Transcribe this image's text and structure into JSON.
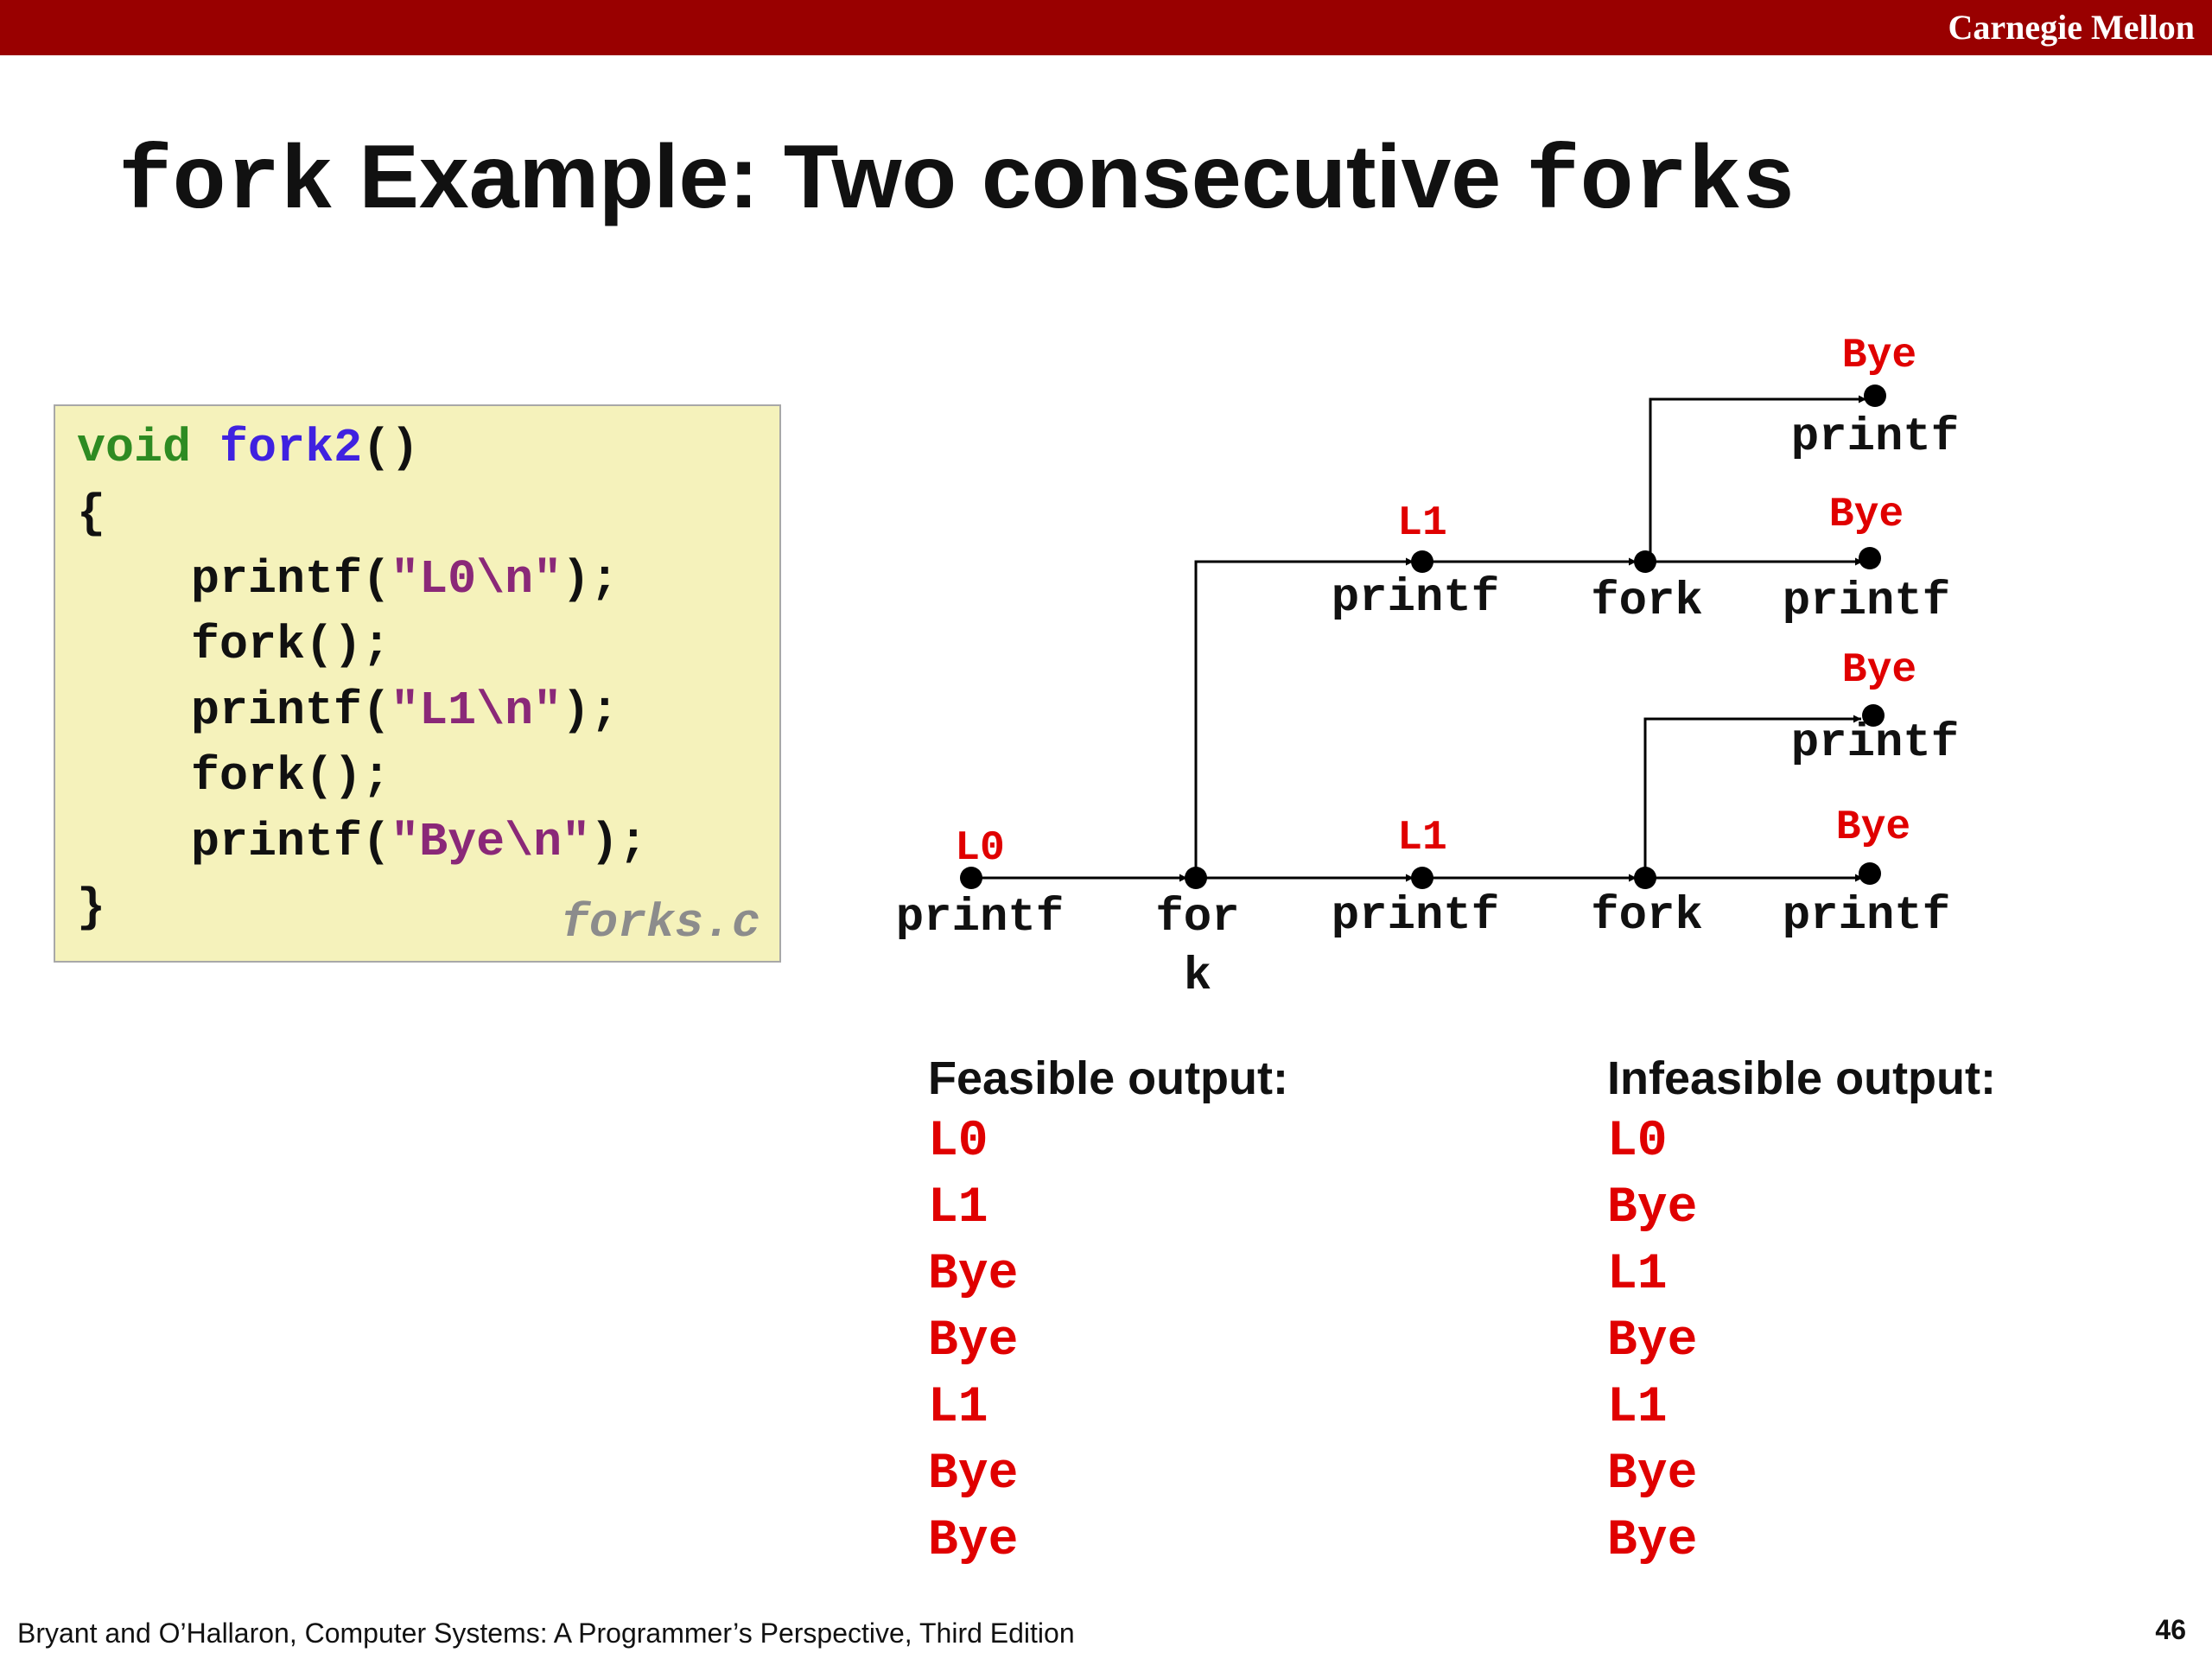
{
  "header": {
    "brand": "Carnegie Mellon"
  },
  "title": {
    "part1": "fork",
    "part2": " Example: Two consecutive ",
    "part3": "forks"
  },
  "code": {
    "line1_kw": "void",
    "line1_fn": "fork2",
    "line1_rest": "()",
    "line2": "{",
    "line3_a": "    printf(",
    "line3_str": "\"L0\\n\"",
    "line3_b": ");",
    "line4": "    fork();",
    "line5_a": "    printf(",
    "line5_str": "\"L1\\n\"",
    "line5_b": ");",
    "line6": "    fork();",
    "line7_a": "    printf(",
    "line7_str": "\"Bye\\n\"",
    "line7_b": ");",
    "line8": "}",
    "filename": "forks.c"
  },
  "graph": {
    "labels": {
      "l0_out": "L0",
      "l0_call": "printf",
      "fork1_a": "for",
      "fork1_b": "k",
      "l1_lower_out": "L1",
      "l1_lower_call": "printf",
      "fork_lower": "fork",
      "bye4_out": "Bye",
      "bye4_call": "printf",
      "bye3_out": "Bye",
      "bye3_call": "printf",
      "l1_upper_out": "L1",
      "l1_upper_call": "printf",
      "fork_upper": "fork",
      "bye2_out": "Bye",
      "bye2_call": "printf",
      "bye1_out": "Bye",
      "bye1_call": "printf"
    },
    "colors": {
      "output": "#e00000",
      "line": "#000000"
    }
  },
  "outputs": {
    "feasible": {
      "heading": "Feasible output:",
      "items": [
        "L0",
        "L1",
        "Bye",
        "Bye",
        "L1",
        "Bye",
        "Bye"
      ]
    },
    "infeasible": {
      "heading": "Infeasible output:",
      "items": [
        "L0",
        "Bye",
        "L1",
        "Bye",
        "L1",
        "Bye",
        "Bye"
      ]
    }
  },
  "footer": {
    "citation": "Bryant and O’Hallaron, Computer Systems: A Programmer’s Perspective, Third Edition",
    "page": "46"
  }
}
